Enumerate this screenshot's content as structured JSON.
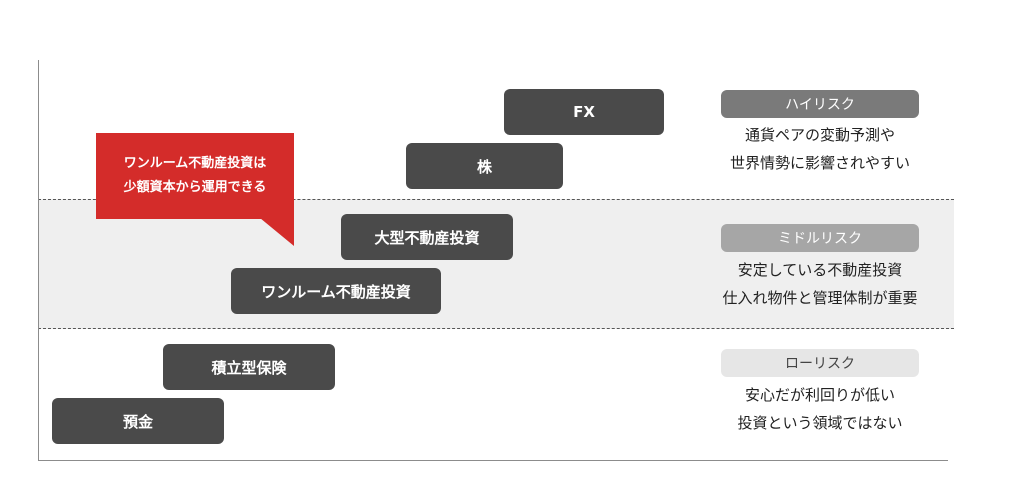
{
  "bars": {
    "fx": "FX",
    "stock": "株",
    "large_real_estate": "大型不動産投資",
    "one_room": "ワンルーム不動産投資",
    "insurance": "積立型保険",
    "deposit": "預金"
  },
  "callout": {
    "line1": "ワンルーム不動産投資は",
    "line2": "少額資本から運用できる"
  },
  "risk_levels": {
    "high": {
      "label": "ハイリスク",
      "desc1": "通貨ペアの変動予測や",
      "desc2": "世界情勢に影響されやすい",
      "color": "#7a7a7a"
    },
    "middle": {
      "label": "ミドルリスク",
      "desc1": "安定している不動産投資",
      "desc2": "仕入れ物件と管理体制が重要",
      "color": "#a6a6a6"
    },
    "low": {
      "label": "ローリスク",
      "desc1": "安心だが利回りが低い",
      "desc2": "投資という領域ではない",
      "color": "#e6e6e6"
    }
  },
  "colors": {
    "bar": "#4a4a4a",
    "callout": "#d42c2a",
    "band": "#efefef"
  }
}
